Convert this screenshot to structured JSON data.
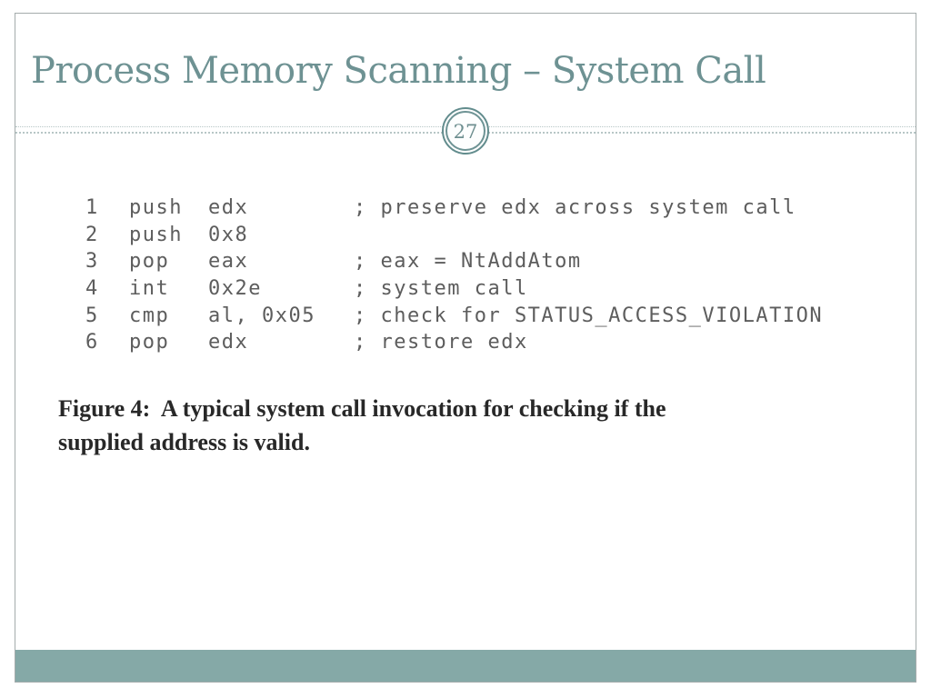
{
  "slide": {
    "title": "Process Memory Scanning – System Call",
    "page_number": "27"
  },
  "colors": {
    "accent_teal": "#6e9293",
    "badge_ring": "#628c8d",
    "divider": "#b7c6c6",
    "footer_band": "#85a9a7",
    "slide_border": "#a4acac",
    "code_text": "#5d5d5d",
    "caption_text": "#282828"
  },
  "figure": {
    "code_lines": [
      {
        "num": "1",
        "mnemonic": "push",
        "operand": "edx",
        "comment": "; preserve edx across system call"
      },
      {
        "num": "2",
        "mnemonic": "push",
        "operand": "0x8",
        "comment": ""
      },
      {
        "num": "3",
        "mnemonic": "pop",
        "operand": "eax",
        "comment": "; eax = NtAddAtom"
      },
      {
        "num": "4",
        "mnemonic": "int",
        "operand": "0x2e",
        "comment": "; system call"
      },
      {
        "num": "5",
        "mnemonic": "cmp",
        "operand": "al, 0x05",
        "comment": "; check for STATUS_ACCESS_VIOLATION"
      },
      {
        "num": "6",
        "mnemonic": "pop",
        "operand": "edx",
        "comment": "; restore edx"
      }
    ],
    "caption_line1": "Figure 4:  A typical system call invocation for checking if the",
    "caption_line2": "supplied address is valid."
  }
}
